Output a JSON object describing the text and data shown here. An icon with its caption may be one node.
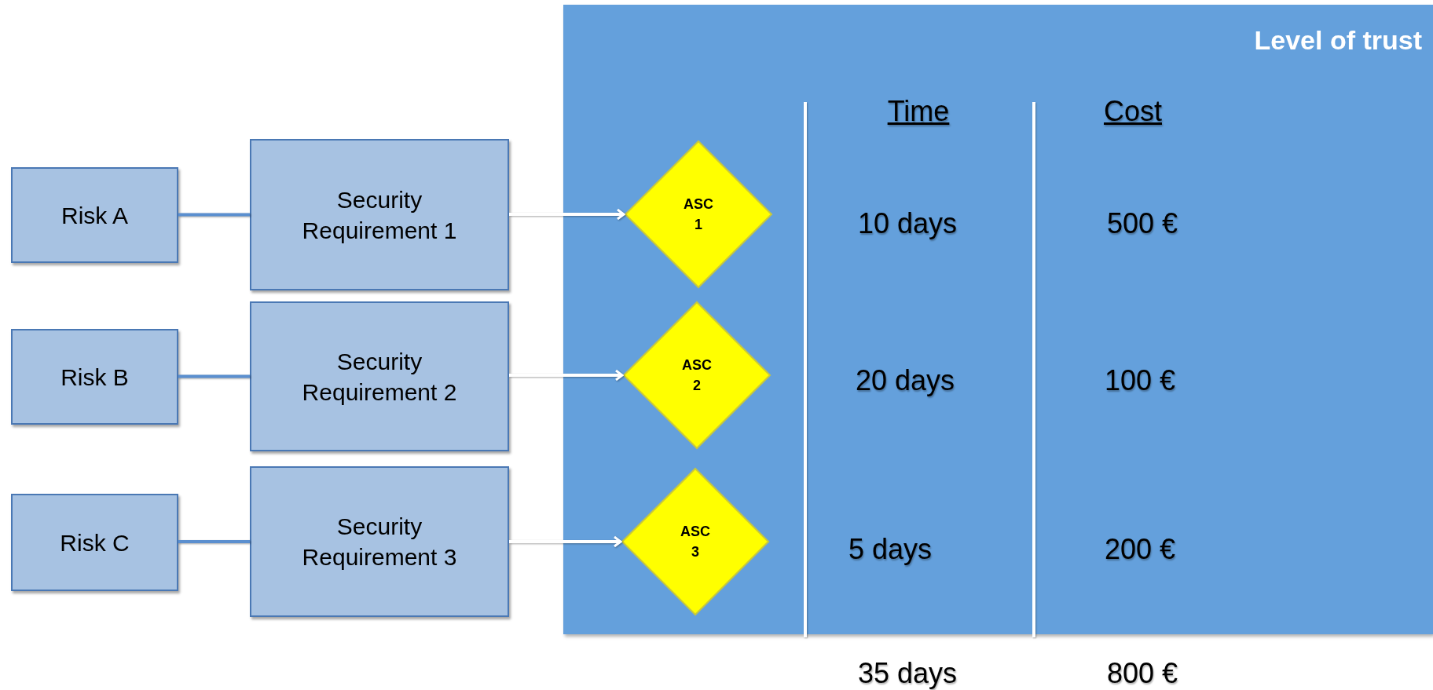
{
  "diagram": {
    "nodes": [
      {
        "text": [
          "Risk A"
        ]
      },
      {
        "text": [
          "Security Requirement 1"
        ]
      },
      {
        "text": [
          "Risk B"
        ]
      },
      {
        "text": [
          "Security Requirement 2"
        ]
      },
      {
        "text": [
          "Risk C"
        ]
      },
      {
        "text": [
          "Security Requirement 3"
        ]
      },
      {
        "text": [
          "Level of trust"
        ]
      },
      {
        "text": [
          "ASC 1"
        ],
        "in": 6
      },
      {
        "text": [
          "ASC 2"
        ],
        "in": 6
      },
      {
        "text": [
          "ASC 3"
        ],
        "in": 6
      }
    ],
    "edges": [
      {
        "from": 0,
        "to": 1,
        "arrow": "none",
        "color": "#5b8fcf"
      },
      {
        "from": 1,
        "to": 7,
        "arrow": "to",
        "color": "#ffffff"
      },
      {
        "from": 2,
        "to": 3,
        "arrow": "none",
        "color": "#5b8fcf"
      },
      {
        "from": 3,
        "to": 8,
        "arrow": "to",
        "color": "#ffffff"
      },
      {
        "from": 4,
        "to": 5,
        "arrow": "none",
        "color": "#5b8fcf"
      },
      {
        "from": 5,
        "to": 9,
        "arrow": "to",
        "color": "#ffffff"
      }
    ],
    "labels": [
      "Time",
      "Cost",
      "10 days",
      "500 €",
      "20 days",
      "100 €",
      "5 days",
      "200 €",
      "35 days",
      "800 €"
    ]
  }
}
